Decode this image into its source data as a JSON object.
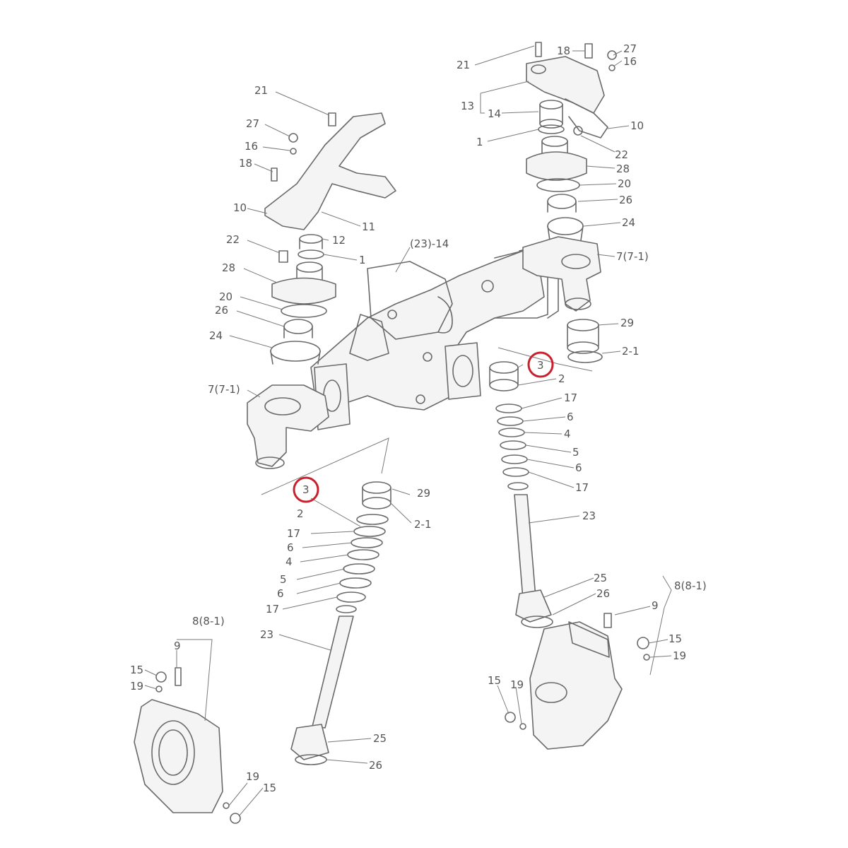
{
  "highlight_color": "#c8202c",
  "line_color": "#6a6a6a",
  "callouts": [
    {
      "id": "c21-top",
      "text": "21"
    },
    {
      "id": "c18-top",
      "text": "18"
    },
    {
      "id": "c27-top",
      "text": "27"
    },
    {
      "id": "c16-top",
      "text": "16"
    },
    {
      "id": "c13-top",
      "text": "13"
    },
    {
      "id": "c14-top",
      "text": "14"
    },
    {
      "id": "c10-right",
      "text": "10"
    },
    {
      "id": "c1-right",
      "text": "1"
    },
    {
      "id": "c22-right",
      "text": "22"
    },
    {
      "id": "c28-right",
      "text": "28"
    },
    {
      "id": "c20-right",
      "text": "20"
    },
    {
      "id": "c26-right",
      "text": "26"
    },
    {
      "id": "c24-right",
      "text": "24"
    },
    {
      "id": "c7-right",
      "text": "7(7-1)"
    },
    {
      "id": "c29-right",
      "text": "29"
    },
    {
      "id": "c2-1-right",
      "text": "2-1"
    },
    {
      "id": "c21-left",
      "text": "21"
    },
    {
      "id": "c27-left",
      "text": "27"
    },
    {
      "id": "c16-left",
      "text": "16"
    },
    {
      "id": "c18-left",
      "text": "18"
    },
    {
      "id": "c10-left",
      "text": "10"
    },
    {
      "id": "c11-left",
      "text": "11"
    },
    {
      "id": "c12-left",
      "text": "12"
    },
    {
      "id": "c1-left",
      "text": "1"
    },
    {
      "id": "c22-left",
      "text": "22"
    },
    {
      "id": "c28-left",
      "text": "28"
    },
    {
      "id": "c20-left",
      "text": "20"
    },
    {
      "id": "c26-left",
      "text": "26"
    },
    {
      "id": "c24-left",
      "text": "24"
    },
    {
      "id": "c7-left",
      "text": "7(7-1)"
    },
    {
      "id": "c23-14",
      "text": "(23)-14"
    },
    {
      "id": "c3-right",
      "text": "3"
    },
    {
      "id": "c2-right",
      "text": "2"
    },
    {
      "id": "c17-right-a",
      "text": "17"
    },
    {
      "id": "c6-right-a",
      "text": "6"
    },
    {
      "id": "c4-right",
      "text": "4"
    },
    {
      "id": "c5-right",
      "text": "5"
    },
    {
      "id": "c6-right-b",
      "text": "6"
    },
    {
      "id": "c17-right-b",
      "text": "17"
    },
    {
      "id": "c23-right",
      "text": "23"
    },
    {
      "id": "c25-right",
      "text": "25"
    },
    {
      "id": "c26-right-b",
      "text": "26"
    },
    {
      "id": "c8-right",
      "text": "8(8-1)"
    },
    {
      "id": "c9-right",
      "text": "9"
    },
    {
      "id": "c15-right-a",
      "text": "15"
    },
    {
      "id": "c19-right-a",
      "text": "19"
    },
    {
      "id": "c15-right-b",
      "text": "15"
    },
    {
      "id": "c19-right-b",
      "text": "19"
    },
    {
      "id": "c3-left",
      "text": "3"
    },
    {
      "id": "c29-left",
      "text": "29"
    },
    {
      "id": "c2-1-left",
      "text": "2-1"
    },
    {
      "id": "c2-left",
      "text": "2"
    },
    {
      "id": "c17-left-a",
      "text": "17"
    },
    {
      "id": "c6-left-a",
      "text": "6"
    },
    {
      "id": "c4-left",
      "text": "4"
    },
    {
      "id": "c5-left",
      "text": "5"
    },
    {
      "id": "c6-left-b",
      "text": "6"
    },
    {
      "id": "c17-left-b",
      "text": "17"
    },
    {
      "id": "c23-left",
      "text": "23"
    },
    {
      "id": "c25-left",
      "text": "25"
    },
    {
      "id": "c26-left-b",
      "text": "26"
    },
    {
      "id": "c8-left",
      "text": "8(8-1)"
    },
    {
      "id": "c9-left",
      "text": "9"
    },
    {
      "id": "c15-left-a",
      "text": "15"
    },
    {
      "id": "c19-left-a",
      "text": "19"
    },
    {
      "id": "c19-left-b",
      "text": "19"
    },
    {
      "id": "c15-left-b",
      "text": "15"
    }
  ]
}
